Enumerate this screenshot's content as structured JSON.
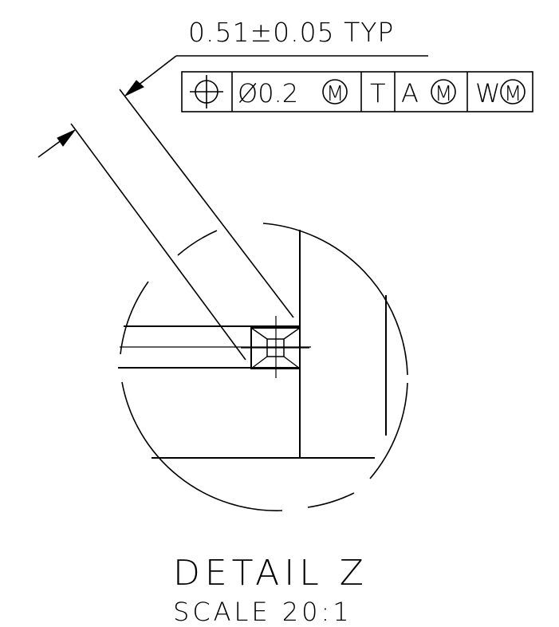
{
  "dimension": {
    "text": "0.51±0.05 TYP"
  },
  "feature_control_frame": {
    "characteristic": "position-symbol",
    "tolerance": "Ø0.2",
    "tolerance_modifier": "M",
    "datum_1": "T",
    "datum_2": "A",
    "datum_2_modifier": "M",
    "datum_3": "W",
    "datum_3_modifier": "M"
  },
  "detail": {
    "title": "DETAIL Z",
    "scale": "SCALE 20:1"
  }
}
